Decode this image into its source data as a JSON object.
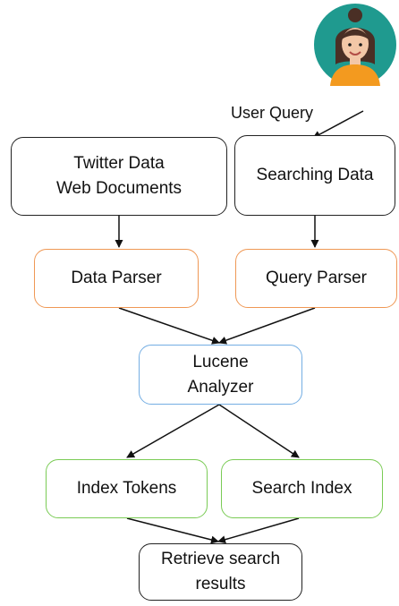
{
  "diagram": {
    "user_query_label": "User Query",
    "nodes": {
      "twitter_data": "Twitter Data\nWeb Documents",
      "searching_data": "Searching Data",
      "data_parser": "Data Parser",
      "query_parser": "Query Parser",
      "lucene_analyzer": "Lucene\nAnalyzer",
      "index_tokens": "Index Tokens",
      "search_index": "Search Index",
      "retrieve_results": "Retrieve search\nresults"
    },
    "colors": {
      "source_border": "#222222",
      "parser_border": "#ef9855",
      "analyzer_border": "#74aee3",
      "index_border": "#7acb55",
      "avatar_bg": "#1f9a8f",
      "avatar_hair": "#4a2f25",
      "avatar_skin": "#f3c7a7",
      "avatar_shirt": "#f39a1f"
    },
    "icons": {
      "user": "user-avatar-icon"
    }
  }
}
